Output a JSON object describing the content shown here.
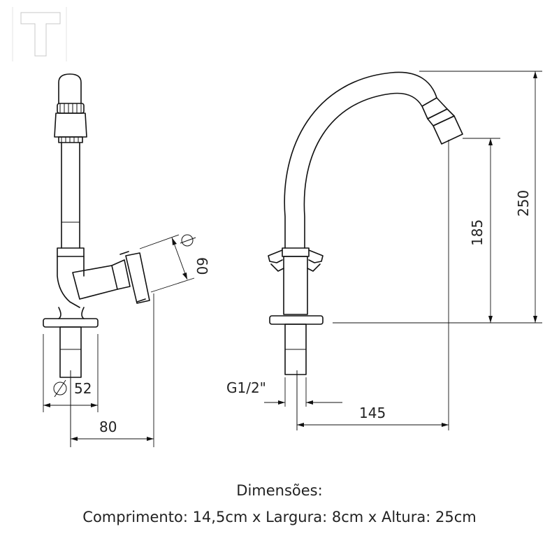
{
  "logo": {
    "letter": "T"
  },
  "labels": {
    "diameter_52": "52",
    "width_80": "80",
    "angle_60": "60",
    "thread": "G1/2\"",
    "length_145": "145",
    "height_185": "185",
    "height_250": "250"
  },
  "caption": {
    "title": "Dimensões:",
    "line": "Comprimento: 14,5cm x Largura: 8cm x Altura: 25cm"
  }
}
